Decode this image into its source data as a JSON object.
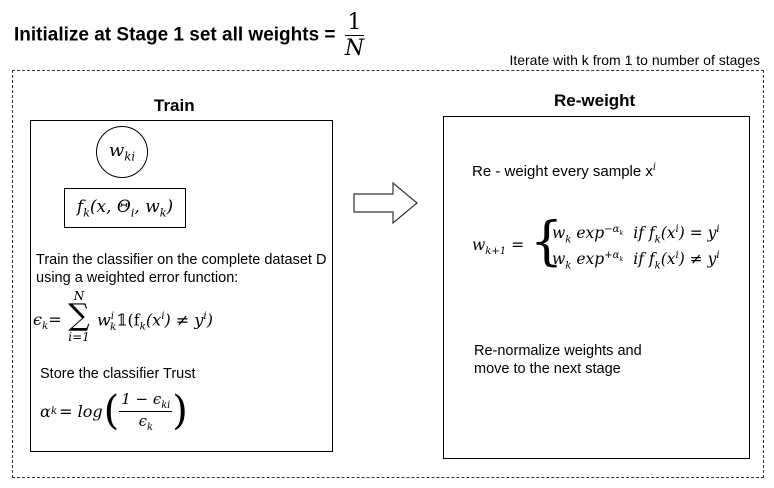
{
  "header": {
    "title": "Initialize at Stage 1 set all weights =",
    "frac_num": "1",
    "frac_den": "N"
  },
  "loop_label": "Iterate with k from 1 to number of stages",
  "train": {
    "title": "Train",
    "node_weight": "w",
    "node_weight_sub": "ki",
    "node_func": "f",
    "node_func_sub": "k",
    "node_func_args": "(x, Θ",
    "node_func_args_sub": "i",
    "node_func_args2": ", w",
    "node_func_args2_sub": "k",
    "node_func_close": ")",
    "desc_line1": "Train the classifier on the complete dataset D",
    "desc_line2": "using a weighted error function:",
    "error_lhs": "ϵ",
    "error_lhs_sub": "k",
    "error_eq": "=",
    "sum_top": "N",
    "sum_sym": "∑",
    "sum_bottom": "i=1",
    "error_rhs": "w",
    "error_rhs_sup": "i",
    "error_rhs_sub": "k",
    "error_indicator": "𝟙(f",
    "error_indicator_sub": "k",
    "error_paren": "(x",
    "error_paren_sup": "i",
    "error_neq": ") ≠ y",
    "error_neq_sup": "i",
    "error_close": ")",
    "trust_label": "Store the classifier Trust",
    "alpha_lhs": "α",
    "alpha_lhs_sub": "k",
    "alpha_eq": "= log",
    "alpha_num": "1 − ϵ",
    "alpha_num_sub": "ki",
    "alpha_den": "ϵ",
    "alpha_den_sub": "k"
  },
  "reweight": {
    "title": "Re-weight",
    "line1": "Re - weight every sample x",
    "line1_sup": "i",
    "lhs": "w",
    "lhs_sub": "k+1",
    "eq": "=",
    "case1_w": "w",
    "case1_w_sub": "k",
    "case1_exp": "exp",
    "case1_exp_sup": "−α",
    "case1_exp_sup_sub": "k",
    "case1_cond": "if f",
    "case1_cond_sub": "k",
    "case1_cond2": "(x",
    "case1_cond2_sup": "i",
    "case1_cond3": ") = y",
    "case1_cond3_sup": "i",
    "case2_w": "w",
    "case2_w_sub": "k",
    "case2_exp": "exp",
    "case2_exp_sup": "+α",
    "case2_exp_sup_sub": "k",
    "case2_cond": "if f",
    "case2_cond_sub": "k",
    "case2_cond2": "(x",
    "case2_cond2_sup": "i",
    "case2_cond3": ") ≠ y",
    "case2_cond3_sup": "i",
    "normalize_line1": "Re-normalize weights and",
    "normalize_line2": "move to the next stage"
  }
}
